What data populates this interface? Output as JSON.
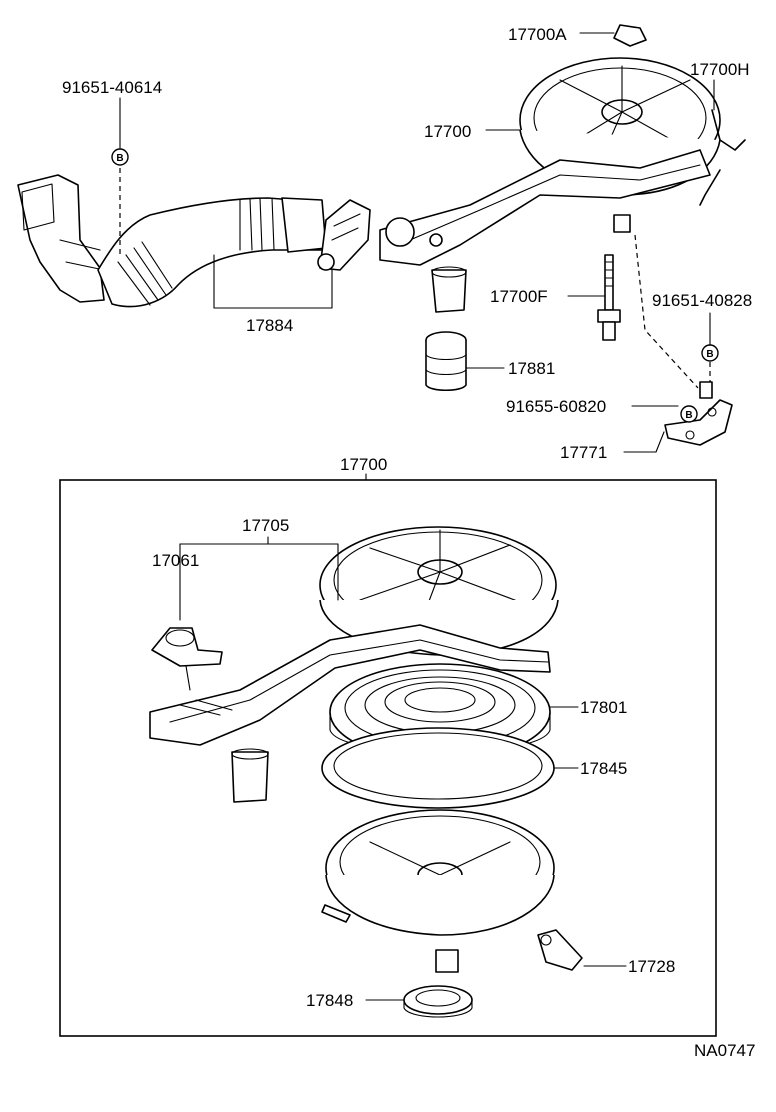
{
  "labels": {
    "p_17700A": "17700A",
    "p_17700H": "17700H",
    "p_91651_40614": "91651-40614",
    "p_17700_top": "17700",
    "p_17884": "17884",
    "p_17700F": "17700F",
    "p_91651_40828": "91651-40828",
    "p_17881": "17881",
    "p_91655_60820": "91655-60820",
    "p_17771": "17771",
    "p_17700_box": "17700",
    "p_17705": "17705",
    "p_17061": "17061",
    "p_17801": "17801",
    "p_17845": "17845",
    "p_17728": "17728",
    "p_17848": "17848",
    "diagram_code": "NA0747"
  },
  "badges": {
    "b1": "B",
    "b2": "B",
    "b3": "B"
  },
  "colors": {
    "ink": "#000000",
    "paper": "#ffffff"
  }
}
